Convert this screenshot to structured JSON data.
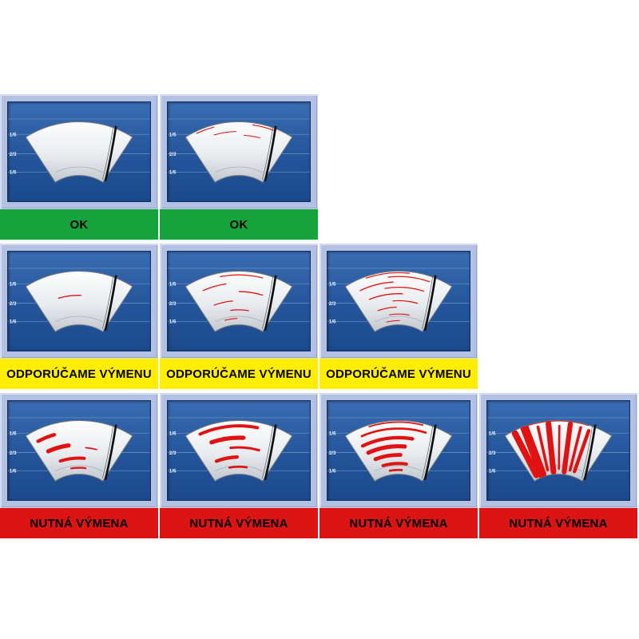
{
  "legend": {
    "ok": "OK",
    "recommend": "ODPORÚČAME VÝMENU",
    "required": "NUTNÁ VÝMENA"
  },
  "zone_labels": [
    "1/6",
    "2/3",
    "1/6"
  ],
  "style": {
    "frame": "#b4c1e3",
    "panel_top": "#3a6db3",
    "panel_bottom": "#1b4a8c",
    "grid_line": "#6e92c6",
    "zone_text": "#eef3fb",
    "glass_top": "#fdfdfd",
    "glass_mid": "#e9ecef",
    "glass_bottom": "#c2c8cf",
    "glass_edge": "#6b7680",
    "blade": "#101010",
    "streak": "#e01212",
    "green": "#17a33b",
    "yellow": "#ffee00",
    "red": "#dc1414",
    "label_text": "#000000"
  },
  "panels": [
    {
      "label": "OK",
      "status": "ok",
      "label_bg": "#17a33b",
      "wear": "none",
      "streaks": []
    },
    {
      "label": "OK",
      "status": "ok",
      "label_bg": "#17a33b",
      "wear": "very-light",
      "streaks": [
        {
          "t": "arc",
          "r": 0.96,
          "a0": -0.8,
          "a1": -0.45,
          "w": 1.3
        },
        {
          "t": "arc",
          "r": 0.96,
          "a0": 0.25,
          "a1": 0.65,
          "w": 1.3
        },
        {
          "t": "arc",
          "r": 0.82,
          "a0": -0.5,
          "a1": -0.05,
          "w": 1.2
        },
        {
          "t": "arc",
          "r": 0.75,
          "a0": 0.1,
          "a1": 0.45,
          "w": 1.1
        }
      ]
    },
    {
      "label": "ODPORÚČAME VÝMENU",
      "status": "recommend",
      "label_bg": "#ffee00",
      "wear": "light",
      "streaks": [
        {
          "t": "arc",
          "r": 0.55,
          "a0": -0.5,
          "a1": 0.05,
          "w": 1.6
        }
      ]
    },
    {
      "label": "ODPORÚČAME VÝMENU",
      "status": "recommend",
      "label_bg": "#ffee00",
      "wear": "medium",
      "streaks": [
        {
          "t": "arc",
          "r": 0.93,
          "a0": -0.35,
          "a1": 0.45,
          "w": 1.5
        },
        {
          "t": "arc",
          "r": 0.78,
          "a0": -0.75,
          "a1": -0.25,
          "w": 1.5
        },
        {
          "t": "arc",
          "r": 0.62,
          "a0": 0.0,
          "a1": 0.55,
          "w": 1.5
        },
        {
          "t": "arc",
          "r": 0.45,
          "a0": -0.65,
          "a1": -0.15,
          "w": 1.5
        },
        {
          "t": "arc",
          "r": 0.28,
          "a0": -0.25,
          "a1": 0.3,
          "w": 1.5
        },
        {
          "t": "arc",
          "r": 0.12,
          "a0": -0.5,
          "a1": -0.05,
          "w": 1.3
        }
      ]
    },
    {
      "label": "ODPORÚČAME VÝMENU",
      "status": "recommend",
      "label_bg": "#ffee00",
      "wear": "medium-heavy",
      "streaks": [
        {
          "t": "arc",
          "r": 0.97,
          "a0": -0.6,
          "a1": 0.2,
          "w": 1.4
        },
        {
          "t": "arc",
          "r": 0.9,
          "a0": -0.2,
          "a1": 0.6,
          "w": 1.4
        },
        {
          "t": "arc",
          "r": 0.8,
          "a0": -0.8,
          "a1": -0.1,
          "w": 1.5
        },
        {
          "t": "arc",
          "r": 0.7,
          "a0": -0.3,
          "a1": 0.55,
          "w": 1.5
        },
        {
          "t": "arc",
          "r": 0.58,
          "a0": -0.7,
          "a1": 0.1,
          "w": 1.5
        },
        {
          "t": "arc",
          "r": 0.45,
          "a0": -0.15,
          "a1": 0.5,
          "w": 1.4
        },
        {
          "t": "arc",
          "r": 0.33,
          "a0": -0.6,
          "a1": -0.05,
          "w": 1.4
        },
        {
          "t": "arc",
          "r": 0.2,
          "a0": -0.3,
          "a1": 0.35,
          "w": 1.4
        },
        {
          "t": "arc",
          "r": 0.08,
          "a0": -0.45,
          "a1": 0.05,
          "w": 1.2
        }
      ]
    },
    {
      "label": "NUTNÁ VÝMENA",
      "status": "required",
      "label_bg": "#dc1414",
      "wear": "heavy-smears",
      "streaks": [
        {
          "t": "arc",
          "r": 0.8,
          "a0": -0.85,
          "a1": -0.5,
          "w": 5.0
        },
        {
          "t": "arc",
          "r": 0.55,
          "a0": -0.75,
          "a1": -0.25,
          "w": 6.0
        },
        {
          "t": "arc",
          "r": 0.5,
          "a0": 0.15,
          "a1": 0.45,
          "w": 2.0
        },
        {
          "t": "arc",
          "r": 0.3,
          "a0": -0.55,
          "a1": 0.15,
          "w": 4.5
        },
        {
          "t": "arc",
          "r": 0.12,
          "a0": -0.3,
          "a1": 0.25,
          "w": 2.5
        }
      ]
    },
    {
      "label": "NUTNÁ VÝMENA",
      "status": "required",
      "label_bg": "#dc1414",
      "wear": "heavy-smears-wide",
      "streaks": [
        {
          "t": "arc",
          "r": 0.9,
          "a0": -0.75,
          "a1": 0.35,
          "w": 4.5
        },
        {
          "t": "arc",
          "r": 0.68,
          "a0": -0.6,
          "a1": 0.1,
          "w": 6.0
        },
        {
          "t": "arc",
          "r": 0.5,
          "a0": -0.2,
          "a1": 0.5,
          "w": 3.5
        },
        {
          "t": "arc",
          "r": 0.32,
          "a0": -0.65,
          "a1": -0.05,
          "w": 5.0
        },
        {
          "t": "arc",
          "r": 0.14,
          "a0": -0.35,
          "a1": 0.3,
          "w": 3.0
        }
      ]
    },
    {
      "label": "NUTNÁ VÝMENA",
      "status": "required",
      "label_bg": "#dc1414",
      "wear": "severe-banding",
      "streaks": [
        {
          "t": "arc",
          "r": 0.97,
          "a0": -0.55,
          "a1": 0.45,
          "w": 2.0
        },
        {
          "t": "arc",
          "r": 0.85,
          "a0": -0.75,
          "a1": 0.55,
          "w": 3.0
        },
        {
          "t": "arc",
          "r": 0.68,
          "a0": -0.8,
          "a1": 0.3,
          "w": 5.0
        },
        {
          "t": "arc",
          "r": 0.52,
          "a0": -0.75,
          "a1": 0.15,
          "w": 6.0
        },
        {
          "t": "arc",
          "r": 0.36,
          "a0": -0.65,
          "a1": 0.05,
          "w": 5.5
        },
        {
          "t": "arc",
          "r": 0.2,
          "a0": -0.5,
          "a1": 0.25,
          "w": 4.5
        },
        {
          "t": "arc",
          "r": 0.08,
          "a0": -0.35,
          "a1": 0.15,
          "w": 3.0
        }
      ]
    },
    {
      "label": "NUTNÁ VÝMENA",
      "status": "required",
      "label_bg": "#dc1414",
      "wear": "total-failure-vertical",
      "streaks": [
        {
          "t": "arc",
          "r": 0.99,
          "a0": -0.55,
          "a1": 0.55,
          "w": 1.0
        },
        {
          "t": "rad",
          "a": -0.82,
          "r0": 0.08,
          "r1": 0.95,
          "w": 9.0
        },
        {
          "t": "rad",
          "a": -0.62,
          "r0": 0.05,
          "r1": 0.98,
          "w": 12.0
        },
        {
          "t": "rad",
          "a": -0.38,
          "r0": 0.1,
          "r1": 0.92,
          "w": 4.0
        },
        {
          "t": "rad",
          "a": -0.18,
          "r0": 0.05,
          "r1": 0.95,
          "w": 8.0
        },
        {
          "t": "rad",
          "a": 0.02,
          "r0": 0.1,
          "r1": 0.9,
          "w": 3.0
        },
        {
          "t": "rad",
          "a": 0.22,
          "r0": 0.05,
          "r1": 0.95,
          "w": 7.0
        },
        {
          "t": "rad",
          "a": 0.42,
          "r0": 0.1,
          "r1": 0.92,
          "w": 4.0
        },
        {
          "t": "rad",
          "a": 0.58,
          "r0": 0.1,
          "r1": 0.9,
          "w": 5.0
        }
      ]
    }
  ]
}
